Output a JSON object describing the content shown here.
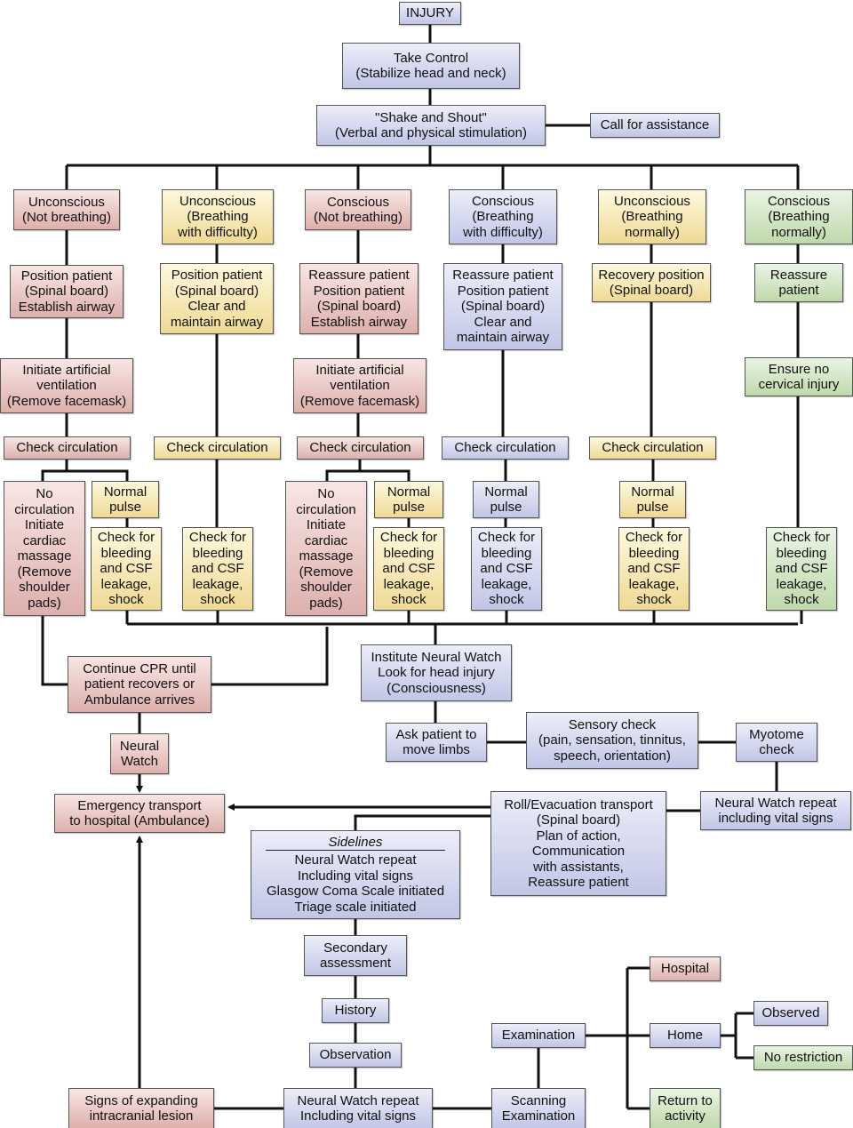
{
  "colors": {
    "red": "#ddb0ac",
    "yellow": "#efd994",
    "blue": "#c2c6e6",
    "green": "#bfd9ac"
  },
  "nodes": {
    "injury": "INJURY",
    "take_control": "Take Control\n(Stabilize head and neck)",
    "shake": "\"Shake and Shout\"\n(Verbal and physical stimulation)",
    "call": "Call for assistance",
    "c1": "Unconscious\n(Not breathing)",
    "c2": "Unconscious\n(Breathing\nwith difficulty)",
    "c3": "Conscious\n(Not breathing)",
    "c4": "Conscious\n(Breathing\nwith difficulty)",
    "c5": "Unconscious\n(Breathing\nnormally)",
    "c6": "Conscious\n(Breathing\nnormally)",
    "p1": "Position patient\n(Spinal board)\nEstablish airway",
    "p2": "Position patient\n(Spinal board)\nClear and\nmaintain airway",
    "p3": "Reassure patient\nPosition patient\n(Spinal board)\nEstablish airway",
    "p4": "Reassure patient\nPosition patient\n(Spinal board)\nClear and\nmaintain airway",
    "p5": "Recovery position\n(Spinal board)",
    "p6": "Reassure\npatient",
    "v1": "Initiate artificial\nventilation\n(Remove facemask)",
    "v3": "Initiate artificial\nventilation\n(Remove facemask)",
    "e6": "Ensure no\ncervical injury",
    "check_circ": "Check circulation",
    "no_circ": "No\ncirculation\nInitiate\ncardiac\nmassage\n(Remove\nshoulder\npads)",
    "normal_pulse": "Normal\npulse",
    "check_bleed": "Check for\nbleeding\nand CSF\nleakage,\nshock",
    "cpr": "Continue CPR until\npatient recovers or\nAmbulance arrives",
    "neural_watch": "Neural\nWatch",
    "emergency": "Emergency transport\nto hospital (Ambulance)",
    "institute": "Institute Neural Watch\nLook for head injury\n(Consciousness)",
    "ask": "Ask patient to\nmove limbs",
    "sensory": "Sensory check\n(pain, sensation, tinnitus,\nspeech, orientation)",
    "myotome": "Myotome\ncheck",
    "nw_repeat": "Neural Watch repeat\nincluding vital signs",
    "roll": "Roll/Evacuation transport\n(Spinal board)\nPlan of action,\nCommunication\nwith assistants,\nReassure patient",
    "sidelines_title": "Sidelines",
    "sidelines_body": "Neural Watch repeat\nIncluding vital signs\nGlasgow Coma Scale initiated\nTriage scale initiated",
    "secondary": "Secondary\nassessment",
    "history": "History",
    "observation": "Observation",
    "nw_repeat2": "Neural Watch repeat\nIncluding vital signs",
    "signs": "Signs of expanding\nintracranial lesion",
    "scanning": "Scanning\nExamination",
    "examination": "Examination",
    "hospital": "Hospital",
    "home": "Home",
    "observed": "Observed",
    "no_restriction": "No restriction",
    "return": "Return to\nactivity"
  }
}
